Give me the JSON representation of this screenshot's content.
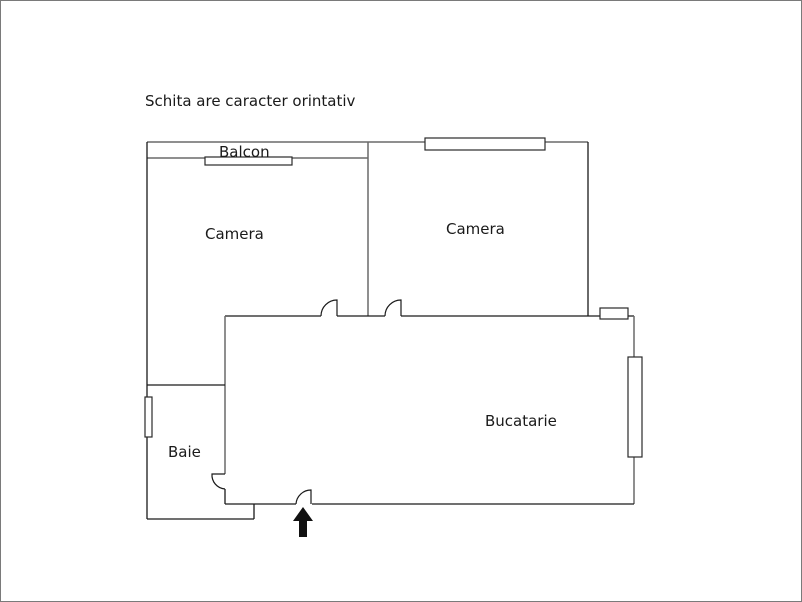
{
  "note": "Schita are caracter orintativ",
  "rooms": {
    "balcon": "Balcon",
    "camera_left": "Camera",
    "camera_right": "Camera",
    "bucatarie": "Bucatarie",
    "baie": "Baie"
  },
  "colors": {
    "wall": "#1a1a1a",
    "wall_gray": "#6a6a6a",
    "border": "#7a7a7a",
    "arrow": "#111111"
  },
  "icons": {
    "entrance": "entrance-arrow-icon"
  }
}
